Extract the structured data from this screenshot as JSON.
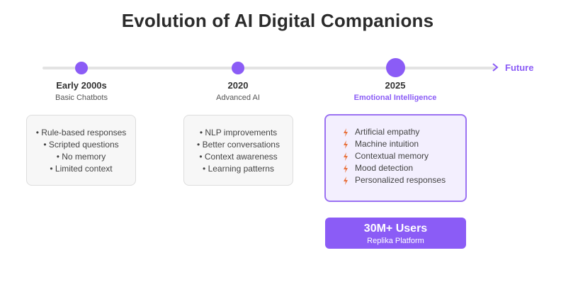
{
  "title": "Evolution of AI Digital Companions",
  "future_label": "Future",
  "colors": {
    "accent": "#8b5cf6",
    "bolt": "#e8713c",
    "line": "#e3e3e3"
  },
  "stages": [
    {
      "year": "Early 2000s",
      "subtitle": "Basic Chatbots",
      "items": [
        "• Rule-based responses",
        "• Scripted questions",
        "• No memory",
        "• Limited context"
      ]
    },
    {
      "year": "2020",
      "subtitle": "Advanced AI",
      "items": [
        "• NLP improvements",
        "• Better conversations",
        "• Context awareness",
        "• Learning patterns"
      ]
    },
    {
      "year": "2025",
      "subtitle": "Emotional Intelligence",
      "item_icon": "lightning-bolt-icon",
      "items": [
        "Artificial empathy",
        "Machine intuition",
        "Contextual memory",
        "Mood detection",
        "Personalized responses"
      ]
    }
  ],
  "highlight": {
    "value": "30M+ Users",
    "label": "Replika Platform"
  }
}
